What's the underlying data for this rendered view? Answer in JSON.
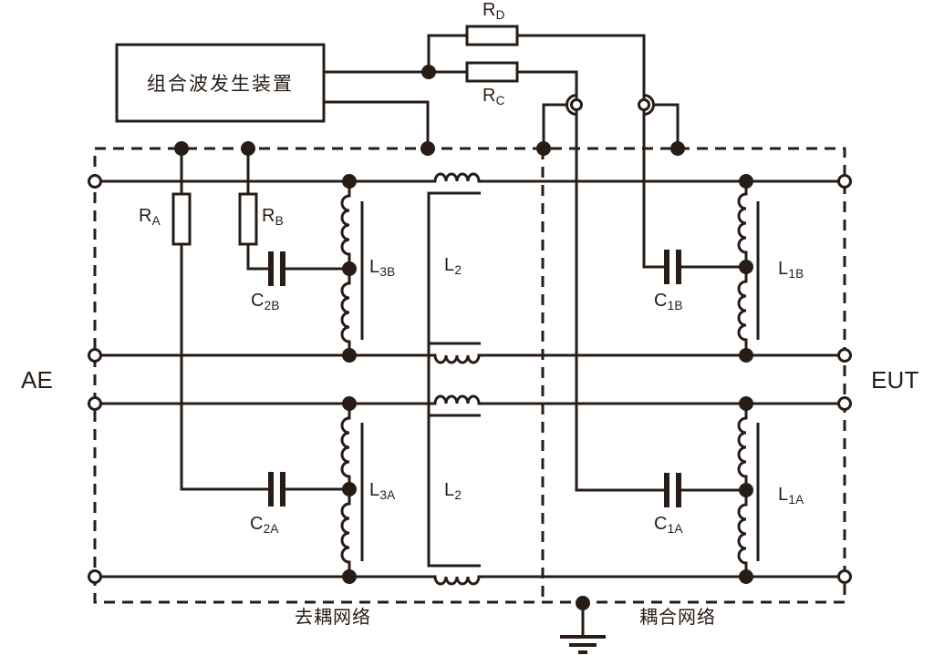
{
  "title": "surge-coupling-decoupling-network-schematic",
  "labels": {
    "generator": "组合波发生装置",
    "ae": "AE",
    "eut": "EUT",
    "decoupling_network": "去耦网络",
    "coupling_network": "耦合网络"
  },
  "components": {
    "rd": {
      "main": "R",
      "sub": "D"
    },
    "rc": {
      "main": "R",
      "sub": "C"
    },
    "ra": {
      "main": "R",
      "sub": "A"
    },
    "rb": {
      "main": "R",
      "sub": "B"
    },
    "c2b": {
      "main": "C",
      "sub": "2B"
    },
    "c2a": {
      "main": "C",
      "sub": "2A"
    },
    "c1b": {
      "main": "C",
      "sub": "1B"
    },
    "c1a": {
      "main": "C",
      "sub": "1A"
    },
    "l3b": {
      "main": "L",
      "sub": "3B"
    },
    "l3a": {
      "main": "L",
      "sub": "3A"
    },
    "l1b": {
      "main": "L",
      "sub": "1B"
    },
    "l1a": {
      "main": "L",
      "sub": "1A"
    },
    "l2_top": {
      "main": "L",
      "sub": "2"
    },
    "l2_bottom": {
      "main": "L",
      "sub": "2"
    }
  },
  "colors": {
    "line": "#271c16",
    "background": "#ffffff"
  }
}
